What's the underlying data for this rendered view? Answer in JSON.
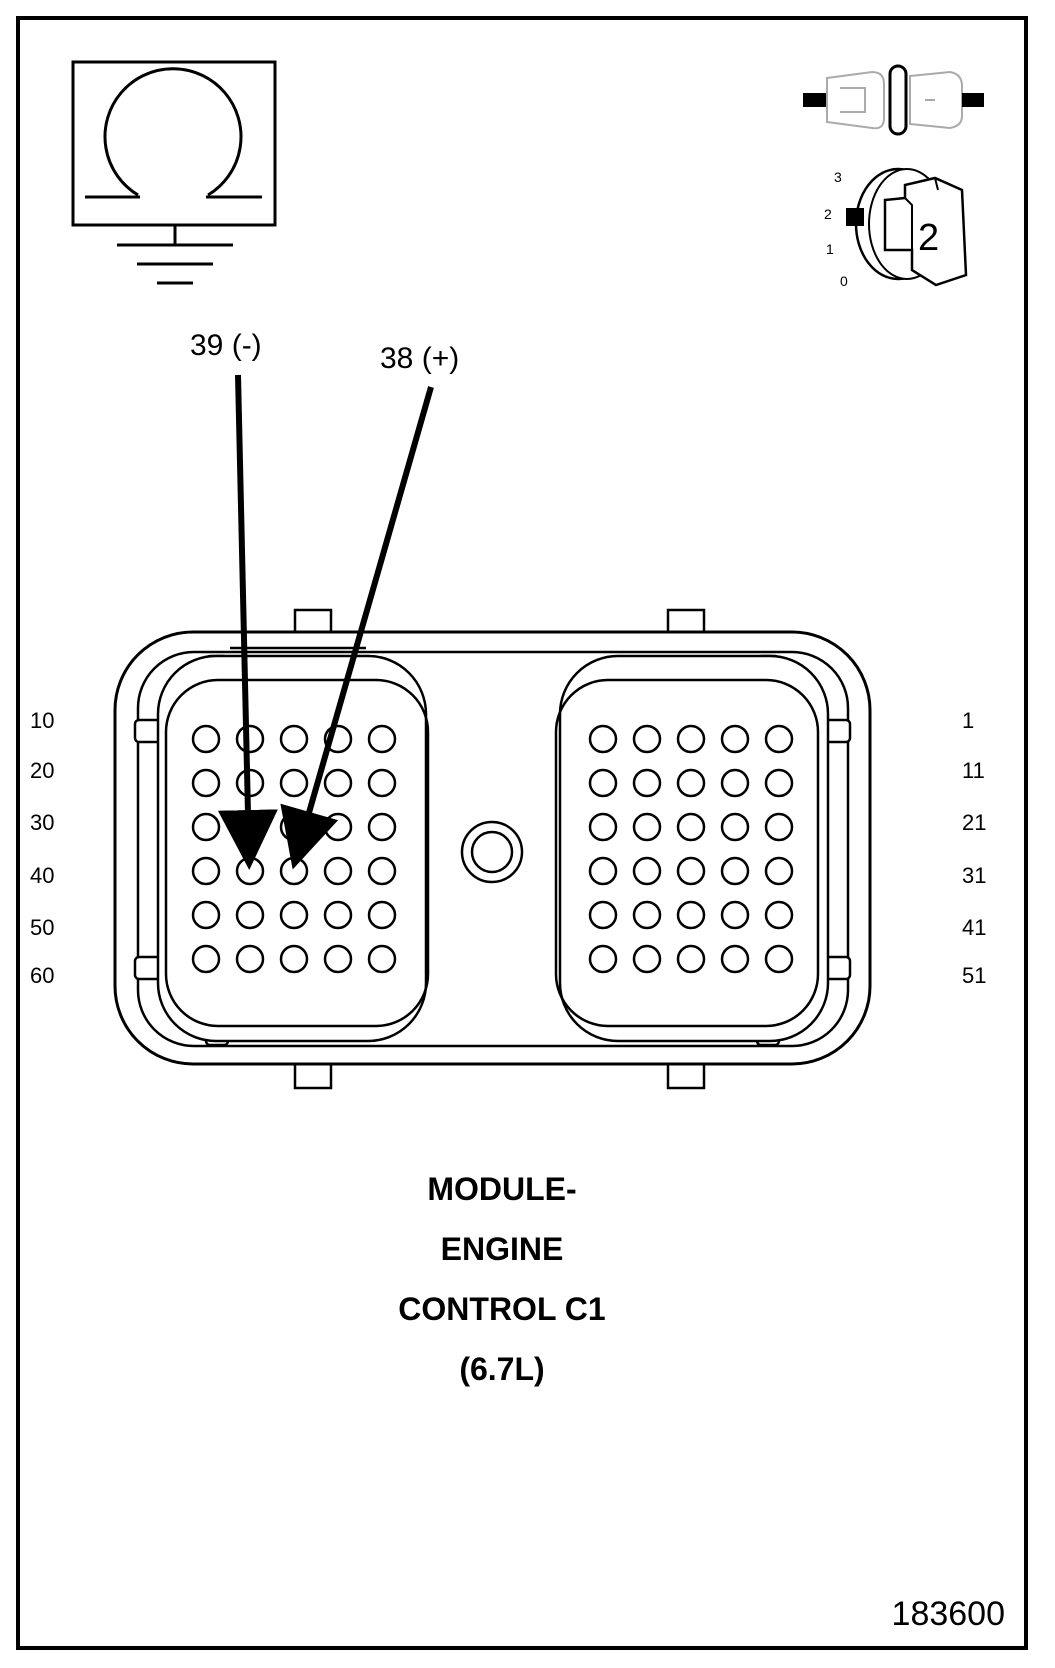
{
  "callouts": {
    "negative": "39 (-)",
    "positive": "38 (+)"
  },
  "row_labels": {
    "left": [
      "10",
      "20",
      "30",
      "40",
      "50",
      "60"
    ],
    "right": [
      "1",
      "11",
      "21",
      "31",
      "41",
      "51"
    ]
  },
  "ignition": {
    "positions": [
      "3",
      "2",
      "1",
      "0"
    ],
    "selected": "2"
  },
  "title_lines": [
    "MODULE-",
    "ENGINE",
    "CONTROL C1",
    "(6.7L)"
  ],
  "figure_id": "183600",
  "icons": {
    "meter": "ohmmeter-ground-icon",
    "connector": "disconnected-connector-icon",
    "key": "ignition-key-icon"
  }
}
